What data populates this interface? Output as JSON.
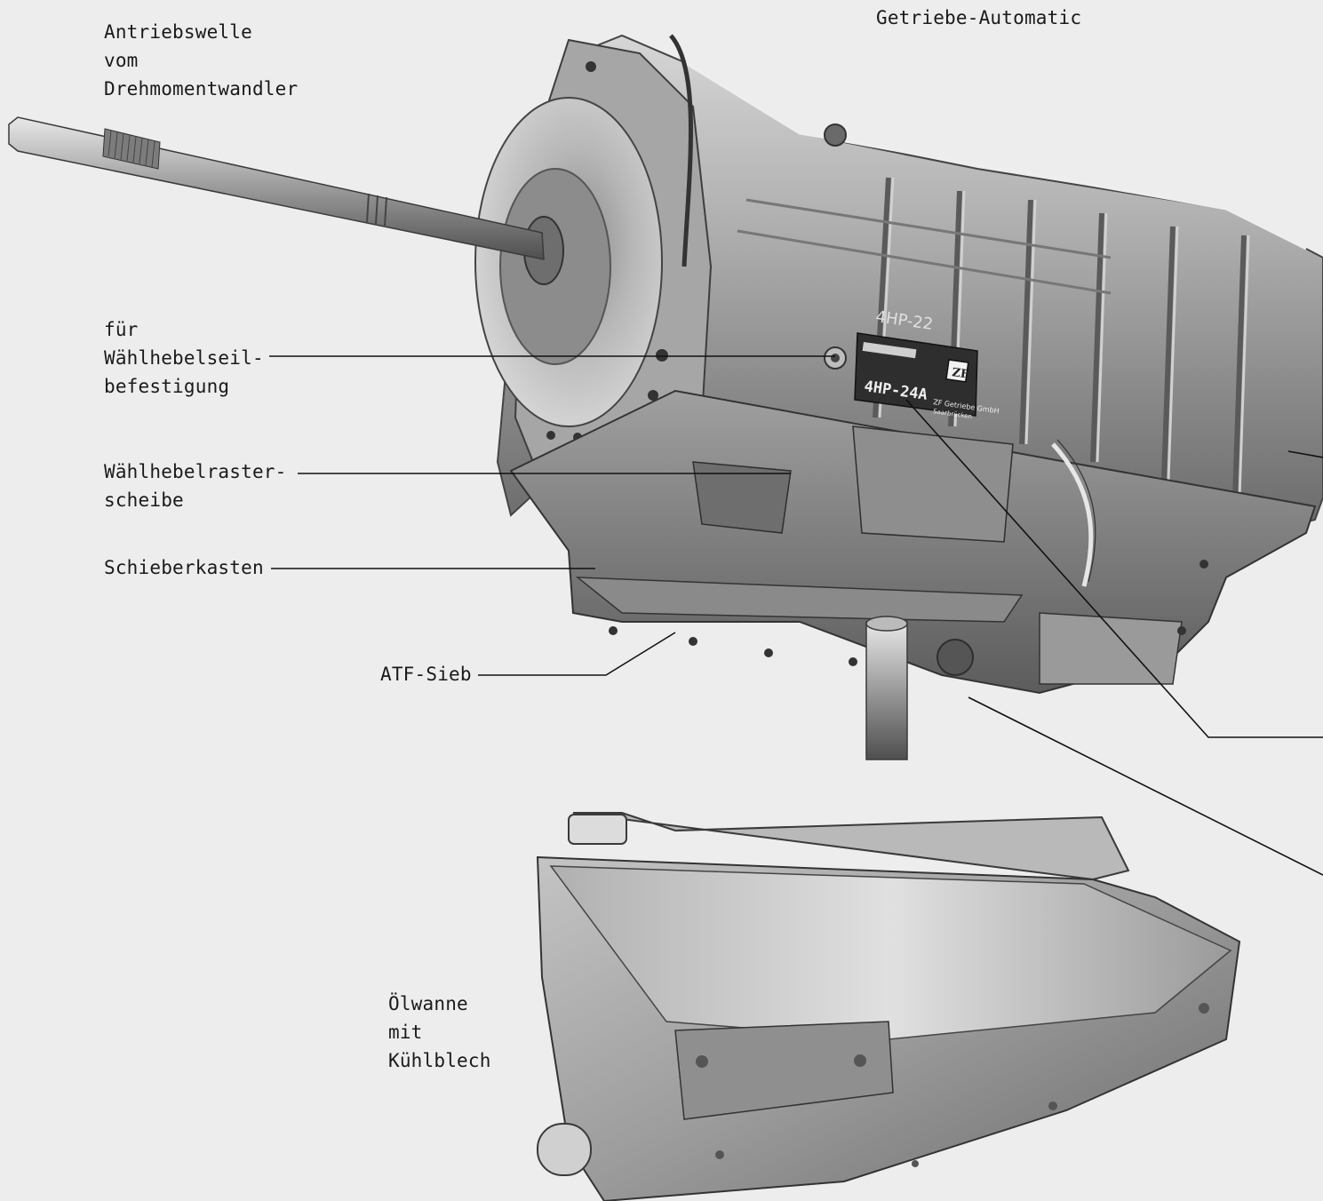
{
  "title": "Getriebe-Automatic",
  "labels": {
    "antriebswelle": [
      "Antriebswelle",
      "vom",
      "Drehmomentwandler"
    ],
    "waehlhebelseil": [
      "für",
      "Wählhebelseil-",
      "befestigung"
    ],
    "rasterscheibe": [
      "Wählhebelraster-",
      "scheibe"
    ],
    "schieberkasten": "Schieberkasten",
    "atf_sieb": "ATF-Sieb",
    "oelwanne": [
      "Ölwanne",
      "mit",
      "Kühlblech"
    ]
  },
  "stamps": {
    "type_plate": "4HP-24A",
    "cast_type": "4HP-22",
    "maker_logo": "ZF",
    "maker_name": "ZF Getriebe GmbH",
    "maker_city": "Saarbrücken"
  },
  "colors": {
    "paper": "#ededed",
    "metal_light": "#cfcfcf",
    "metal_mid": "#9a9a9a",
    "metal_dark": "#555555",
    "ink": "#1a1a1a"
  }
}
